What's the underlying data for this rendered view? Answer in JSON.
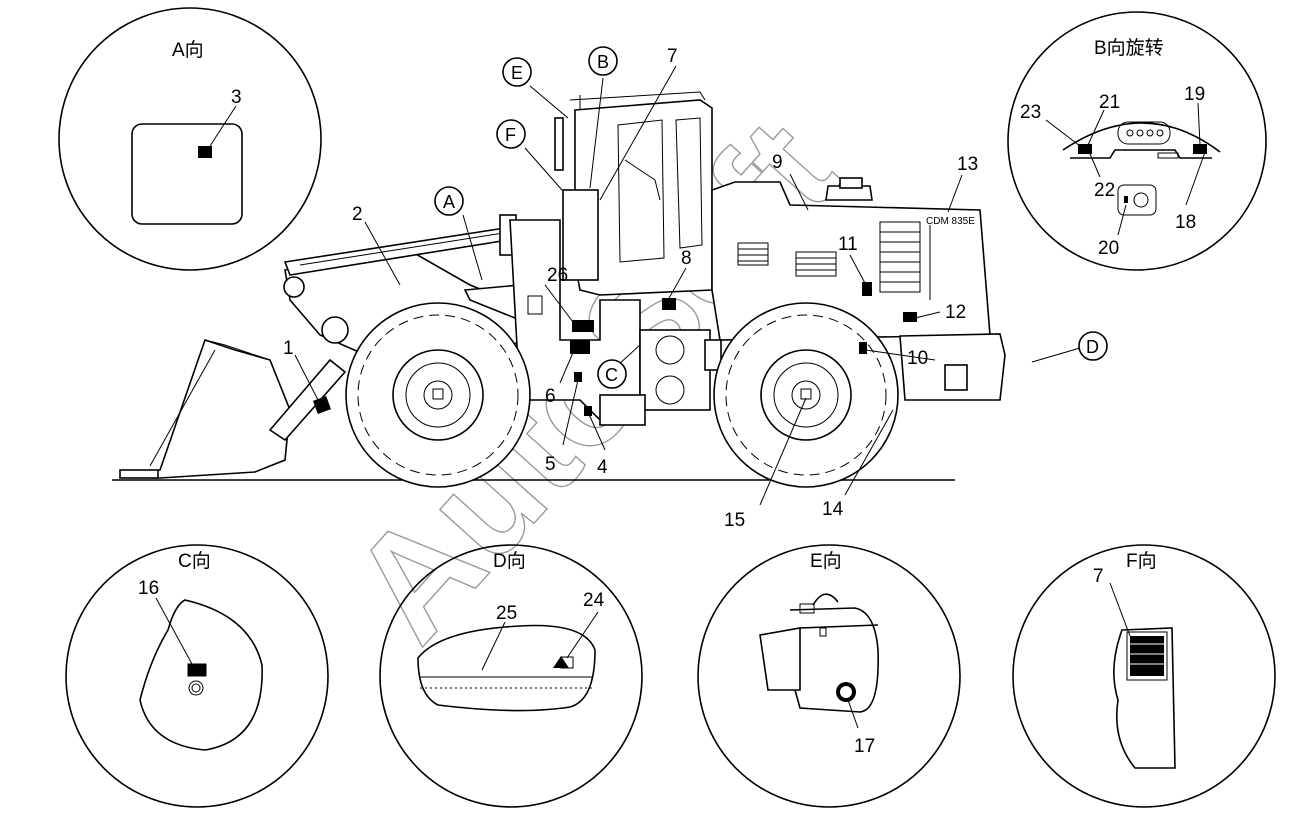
{
  "detail_views": {
    "A": "A向",
    "B": "B向旋转",
    "C": "C向",
    "D": "D向",
    "E": "E向",
    "F": "F向"
  },
  "view_markers": [
    "A",
    "B",
    "C",
    "D",
    "E",
    "F"
  ],
  "part_numbers": [
    "1",
    "2",
    "3",
    "4",
    "5",
    "6",
    "7",
    "8",
    "9",
    "10",
    "11",
    "12",
    "13",
    "14",
    "15",
    "16",
    "17",
    "18",
    "19",
    "20",
    "21",
    "22",
    "23",
    "24",
    "25",
    "26"
  ],
  "machine_label": "CDM 835E",
  "watermark": "AutoSoft"
}
